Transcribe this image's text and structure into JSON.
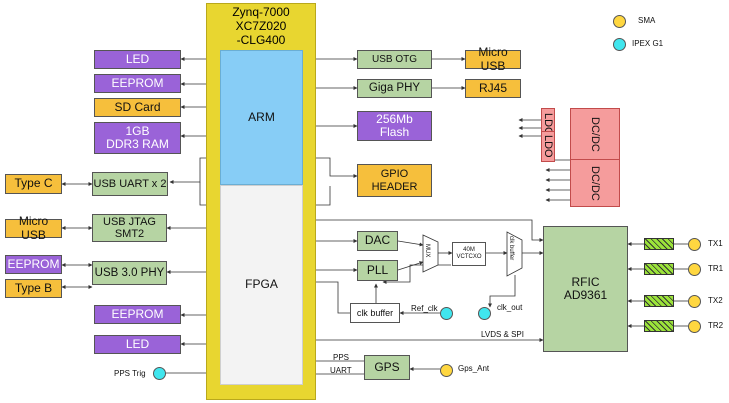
{
  "soc": {
    "title": "Zynq-7000\nXC7Z020\n-CLG400",
    "arm": "ARM",
    "fpga": "FPGA"
  },
  "legend": {
    "sma": "SMA",
    "ipex": "IPEX G1"
  },
  "left": {
    "led_top": "LED",
    "eeprom_top": "EEPROM",
    "sd_card": "SD Card",
    "ddr": "1GB\nDDR3 RAM",
    "uart": "USB UART x 2",
    "type_c": "Type C",
    "jtag": "USB JTAG\nSMT2",
    "micro_usb_left": "Micro USB",
    "eeprom_usb": "EEPROM",
    "usb3phy": "USB 3.0 PHY",
    "type_b": "Type B",
    "eeprom_bottom": "EEPROM",
    "led_bottom": "LED",
    "pps_trig": "PPS Trig"
  },
  "right": {
    "usb_otg": "USB OTG",
    "micro_usb_right": "Micro USB",
    "giga_phy": "Giga PHY",
    "rj45": "RJ45",
    "flash": "256Mb\nFlash",
    "gpio": "GPIO\nHEADER",
    "ldo1": "LDO",
    "ldo2": "LDO",
    "dcdc1": "DC/DC",
    "dcdc2": "DC/DC",
    "dac": "DAC",
    "pll": "PLL",
    "mux": "MUX",
    "osc": "40M\nVCTCXO",
    "buffer": "clk buffer",
    "buf_out": "clk buffer",
    "ref_clk": "Ref_clk",
    "clk_out": "clk_out",
    "lvds": "LVDS & SPI",
    "pps": "PPS",
    "uart_sig": "UART",
    "gps": "GPS",
    "gps_ant": "Gps_Ant",
    "rfic": "RFIC\nAD9361",
    "tx1": "TX1",
    "tr1": "TR1",
    "tx2": "TX2",
    "tr2": "TR2"
  },
  "colors": {
    "zynq": "#e8d630",
    "arm": "#87cdf6",
    "fpga": "#f3f3f3",
    "purple": "#9a63d8",
    "orange": "#f6bf3c",
    "green": "#b6d4a3",
    "pink": "#f59c9c",
    "filter": "#9be33a",
    "sma": "#ffd740",
    "ipex": "#40e6ee"
  }
}
